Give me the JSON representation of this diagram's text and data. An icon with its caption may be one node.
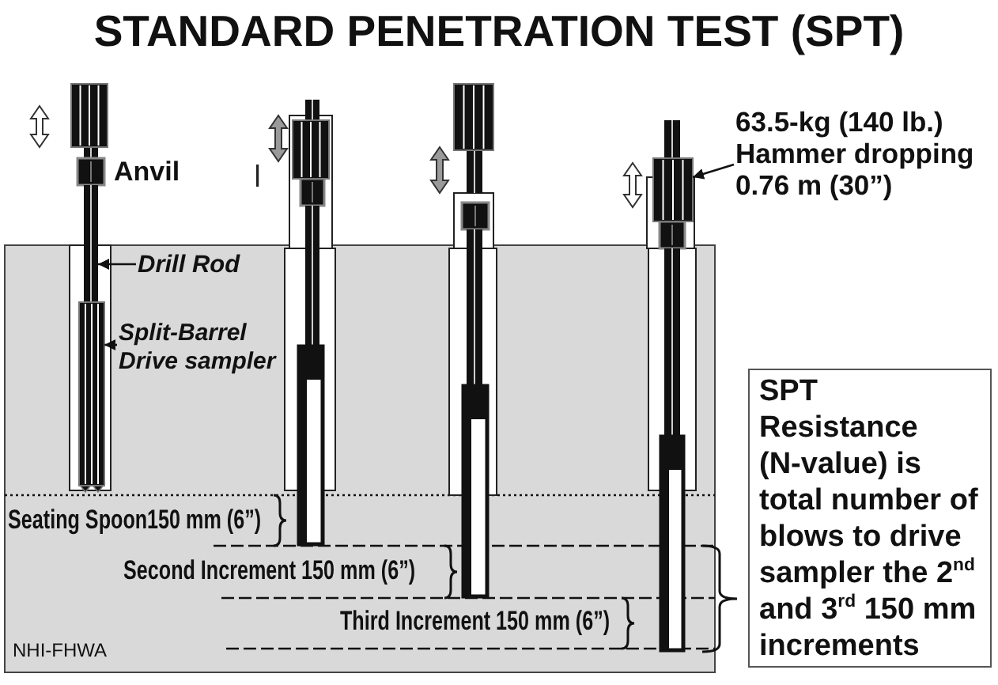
{
  "diagram": {
    "title": "STANDARD PENETRATION TEST (SPT)",
    "nodes": [
      {
        "text": [],
        "shape": "box"
      },
      {
        "text": [],
        "shape": "box"
      },
      {
        "text": [],
        "shape": "box"
      },
      {
        "text": [
          "63.5-kg (140 lb.) Hammer dropping 0.76 m (30”)"
        ]
      },
      {
        "text": [],
        "shape": "box"
      },
      {
        "text": [
          "Drill Rod"
        ]
      },
      {
        "text": [],
        "shape": "bar"
      },
      {
        "text": [
          "Split-Barrel Drive sampler"
        ]
      },
      {
        "text": [],
        "shape": "box"
      },
      {
        "text": [
          "SPT Resistance (N-value) is total number of blows to drive sampler the 2$^{nd}$ and 3$^{rd}$ 150 mm increments"
        ]
      }
    ],
    "edges": [
      {
        "from": 3,
        "to": 4,
        "arrow": "to"
      },
      {
        "from": 5,
        "to": 6,
        "arrow": "to"
      },
      {
        "from": 7,
        "to": 8,
        "arrow": "to"
      }
    ],
    "labels": [
      "Anvil",
      "Seating Spoon150 mm (6”)",
      "Second Increment 150 mm (6”)",
      "Third Increment 150 mm (6”)",
      "NHI-FHWA"
    ]
  }
}
